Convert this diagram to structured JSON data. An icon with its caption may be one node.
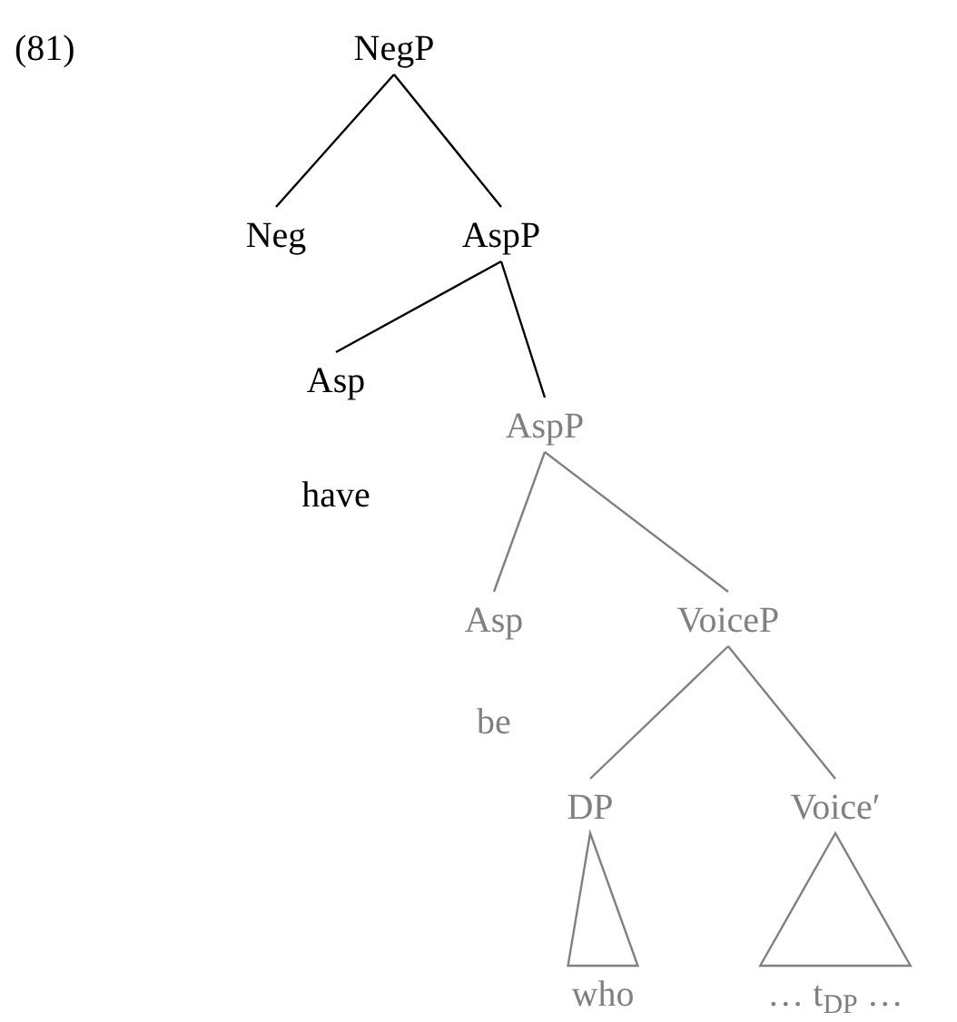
{
  "diagram": {
    "nodes": [
      {
        "text": [
          "NegP"
        ]
      },
      {
        "text": [
          "Neg"
        ]
      },
      {
        "text": [
          "AspP"
        ]
      },
      {
        "text": [
          "Asp",
          "have"
        ]
      },
      {
        "text": [
          "AspP"
        ]
      },
      {
        "text": [
          "Asp",
          "be"
        ]
      },
      {
        "text": [
          "VoiceP"
        ]
      },
      {
        "text": [
          "DP"
        ]
      },
      {
        "text": [
          "Voice′"
        ]
      },
      {
        "text": [
          "who"
        ]
      },
      {
        "text": [
          "… t$_{DP}$ …"
        ]
      }
    ],
    "edges": [
      {
        "from": 0,
        "to": 1,
        "arrow": "none",
        "color": "#000000"
      },
      {
        "from": 0,
        "to": 2,
        "arrow": "none",
        "color": "#000000"
      },
      {
        "from": 2,
        "to": 3,
        "arrow": "none",
        "color": "#000000"
      },
      {
        "from": 2,
        "to": 4,
        "arrow": "none",
        "color": "#000000"
      },
      {
        "from": 4,
        "to": 5,
        "arrow": "none",
        "color": "#808080"
      },
      {
        "from": 4,
        "to": 6,
        "arrow": "none",
        "color": "#808080"
      },
      {
        "from": 6,
        "to": 7,
        "arrow": "none",
        "color": "#808080"
      },
      {
        "from": 6,
        "to": 8,
        "arrow": "none",
        "color": "#808080"
      },
      {
        "from": 7,
        "to": 9,
        "arrow": "none",
        "color": "#808080"
      },
      {
        "from": 8,
        "to": 10,
        "arrow": "none",
        "color": "#808080"
      }
    ],
    "labels": [
      "(81)"
    ]
  }
}
